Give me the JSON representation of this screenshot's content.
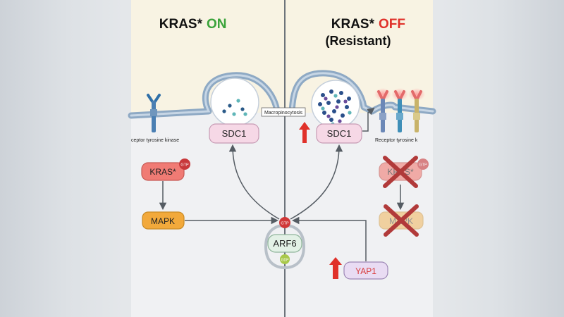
{
  "left_panel": {
    "title_prefix": "KRAS*",
    "title_state": "ON",
    "receptor_label": "ceptor tyrosine kinase",
    "sdc1_label": "SDC1",
    "kras_label": "KRAS*",
    "kras_gtp_badge": "GTP",
    "mapk_label": "MAPK"
  },
  "right_panel": {
    "title_prefix": "KRAS*",
    "title_state": "OFF",
    "title_sub": "(Resistant)",
    "receptor_label": "Receptor tyrosine k",
    "sdc1_label": "SDC1",
    "kras_label": "KRAS*",
    "kras_gtp_badge": "GTP",
    "mapk_label": "MAPK",
    "yap1_label": "YAP1"
  },
  "center": {
    "macropinocytosis_label": "Macropinocytosis",
    "arf6_label": "ARF6",
    "gtp_badge": "GTP",
    "gdp_badge": "GDP"
  },
  "colors": {
    "on_green": "#3aa33a",
    "off_red": "#e0312a",
    "sdc1_fill": "#f6d8e6",
    "kras_fill": "#f07b74",
    "mapk_fill": "#f2a93b",
    "arf6_fill": "#e3f1e6",
    "yap1_fill": "#e9dcf3",
    "membrane": "#8ea9c4",
    "top_bg": "#f8f3e3"
  },
  "icons": [
    "receptor-icon",
    "up-arrow-icon",
    "cross-icon",
    "vesicle-icon"
  ]
}
